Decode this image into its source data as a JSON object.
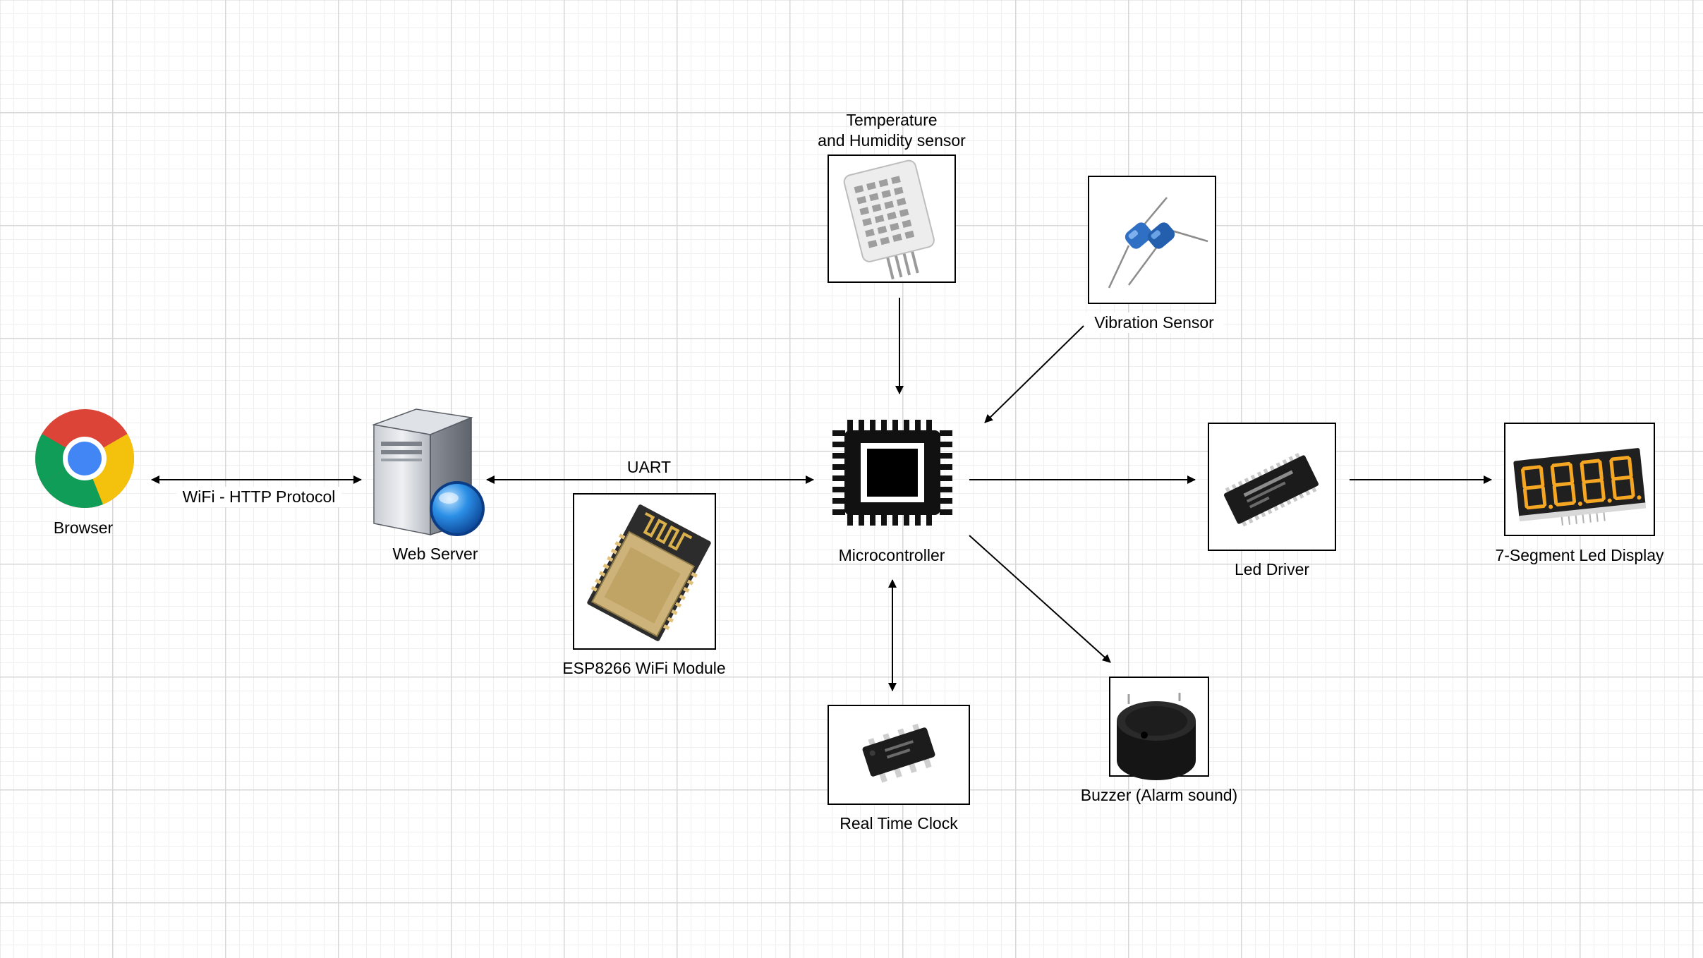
{
  "nodes": {
    "browser": {
      "label": "Browser",
      "icon": "chrome-browser-icon"
    },
    "web_server": {
      "label": "Web Server",
      "icon": "web-server-icon"
    },
    "esp_module": {
      "label": "ESP8266 WiFi Module",
      "icon": "esp8266-module-icon"
    },
    "microcontroller": {
      "label": "Microcontroller",
      "icon": "microcontroller-chip-icon"
    },
    "temp_sensor": {
      "label_line1": "Temperature",
      "label_line2": "and Humidity sensor",
      "icon": "dht-sensor-icon"
    },
    "vibration_sensor": {
      "label": "Vibration Sensor",
      "icon": "vibration-sensor-icon"
    },
    "led_driver": {
      "label": "Led Driver",
      "icon": "led-driver-chip-icon"
    },
    "seven_segment": {
      "label": "7-Segment Led Display",
      "icon": "seven-segment-display-icon"
    },
    "rtc": {
      "label": "Real Time Clock",
      "icon": "rtc-chip-icon"
    },
    "buzzer": {
      "label": "Buzzer (Alarm sound)",
      "icon": "buzzer-icon"
    }
  },
  "edges": {
    "browser_webserver": {
      "label": "WiFi - HTTP Protocol",
      "direction": "both"
    },
    "webserver_mcu": {
      "label": "UART",
      "direction": "both"
    },
    "temp_mcu": {
      "label": "",
      "direction": "forward"
    },
    "vibration_mcu": {
      "label": "",
      "direction": "forward"
    },
    "mcu_leddriver": {
      "label": "",
      "direction": "forward"
    },
    "leddriver_display": {
      "label": "",
      "direction": "forward"
    },
    "mcu_rtc": {
      "label": "",
      "direction": "both"
    },
    "mcu_buzzer": {
      "label": "",
      "direction": "forward"
    }
  },
  "colors": {
    "grid_major": "#d7d7d7",
    "grid_minor": "#efefef",
    "chrome_red": "#db4437",
    "chrome_yellow": "#f4c20d",
    "chrome_green": "#0f9d58",
    "chrome_blue": "#4285f4",
    "display_segment": "#f5a623",
    "globe_blue": "#1e88e5"
  }
}
